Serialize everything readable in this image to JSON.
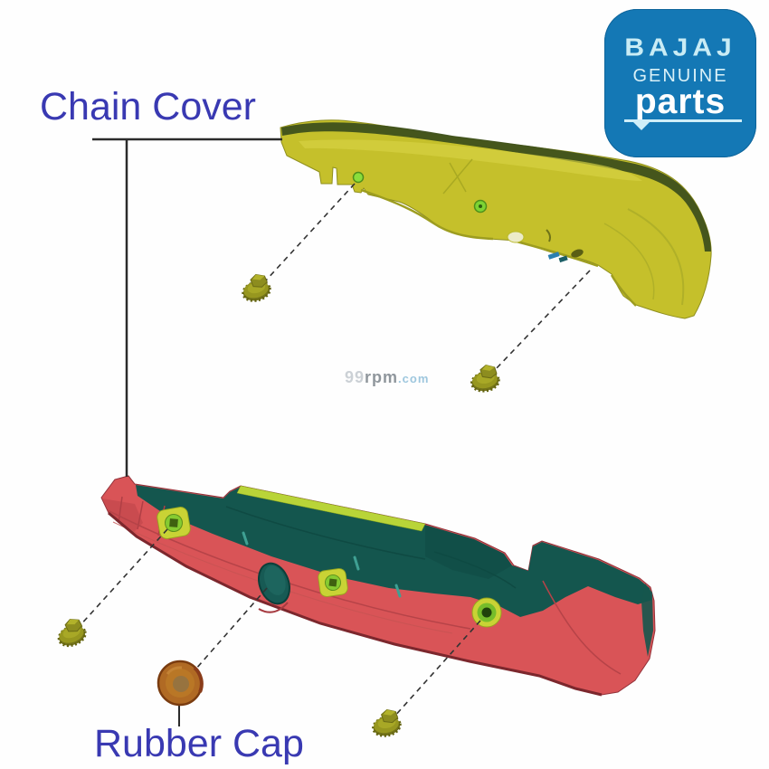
{
  "labels": {
    "chain_cover": "Chain Cover",
    "rubber_cap": "Rubber Cap"
  },
  "logo": {
    "brand": "BAJAJ",
    "genuine": "GENUINE",
    "parts": "parts"
  },
  "watermark": {
    "prefix": "99",
    "body": "rpm",
    "tld": ".com"
  },
  "colors": {
    "upper_body": "#c5c02b",
    "upper_edge": "#3e501b",
    "lower_body": "#d95457",
    "lower_inner": "#14564e",
    "green_strip": "#b9d438",
    "bolt": "#97971f",
    "rubber_cap": "#b06a24",
    "label_text": "#3939b2",
    "logo_background": "#1478b5",
    "leader_line": "#2b2b2b"
  },
  "parts": [
    {
      "name": "chain-cover-upper",
      "color_key": "upper_body"
    },
    {
      "name": "chain-cover-lower",
      "color_key": "lower_body"
    },
    {
      "name": "mounting-bolt",
      "count": 4
    },
    {
      "name": "rubber-cap",
      "count": 1
    }
  ]
}
